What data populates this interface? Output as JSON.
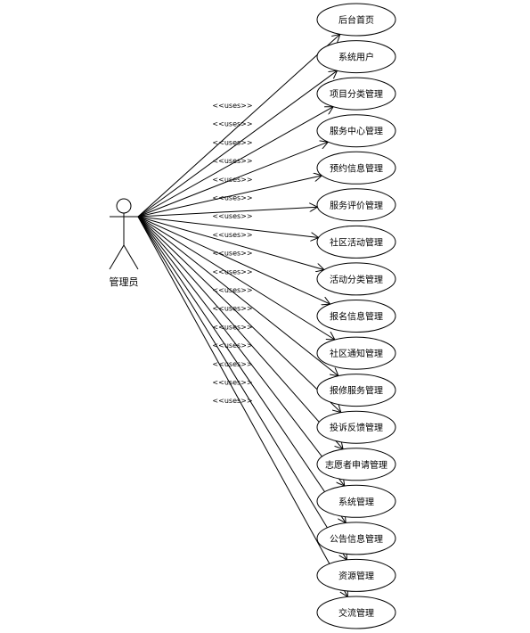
{
  "actor": {
    "label": "管理员"
  },
  "relation_label": "<<uses>>",
  "use_cases": [
    {
      "label": "后台首页"
    },
    {
      "label": "系统用户"
    },
    {
      "label": "项目分类管理"
    },
    {
      "label": "服务中心管理"
    },
    {
      "label": "预约信息管理"
    },
    {
      "label": "服务评价管理"
    },
    {
      "label": "社区活动管理"
    },
    {
      "label": "活动分类管理"
    },
    {
      "label": "报名信息管理"
    },
    {
      "label": "社区通知管理"
    },
    {
      "label": "报修服务管理"
    },
    {
      "label": "投诉反馈管理"
    },
    {
      "label": "志愿者申请管理"
    },
    {
      "label": "系统管理"
    },
    {
      "label": "公告信息管理"
    },
    {
      "label": "资源管理"
    },
    {
      "label": "交流管理"
    }
  ],
  "colors": {
    "line": "#000000",
    "ellipse_fill": "#ffffff",
    "text": "#000000"
  }
}
